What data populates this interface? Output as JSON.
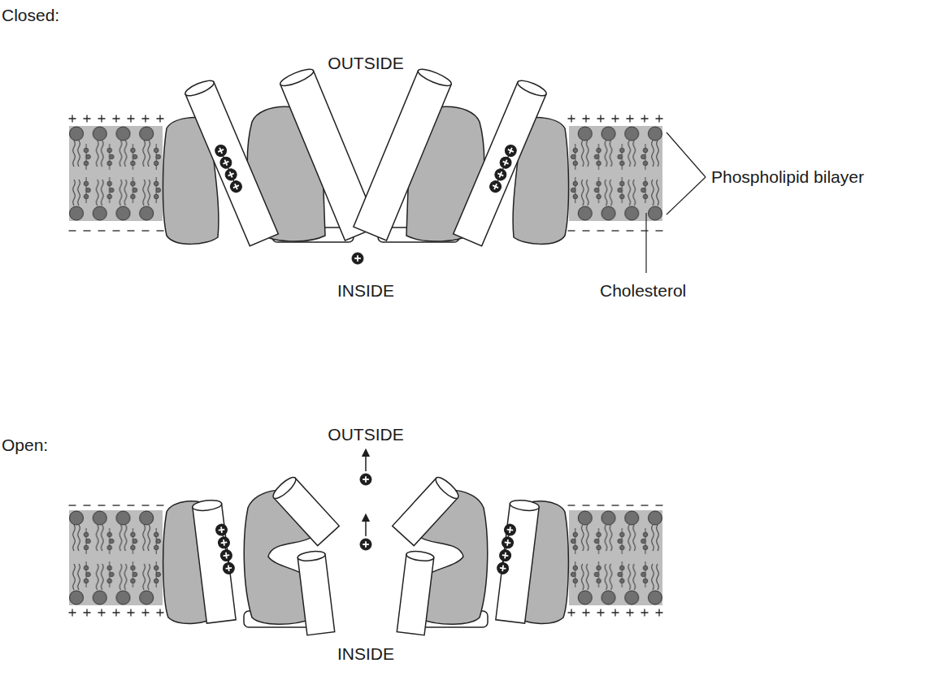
{
  "diagram": {
    "labels": [
      "Closed:",
      "OUTSIDE",
      "Phospholipid bilayer",
      "INSIDE",
      "Cholesterol",
      "Open:",
      "OUTSIDE",
      "INSIDE"
    ]
  }
}
